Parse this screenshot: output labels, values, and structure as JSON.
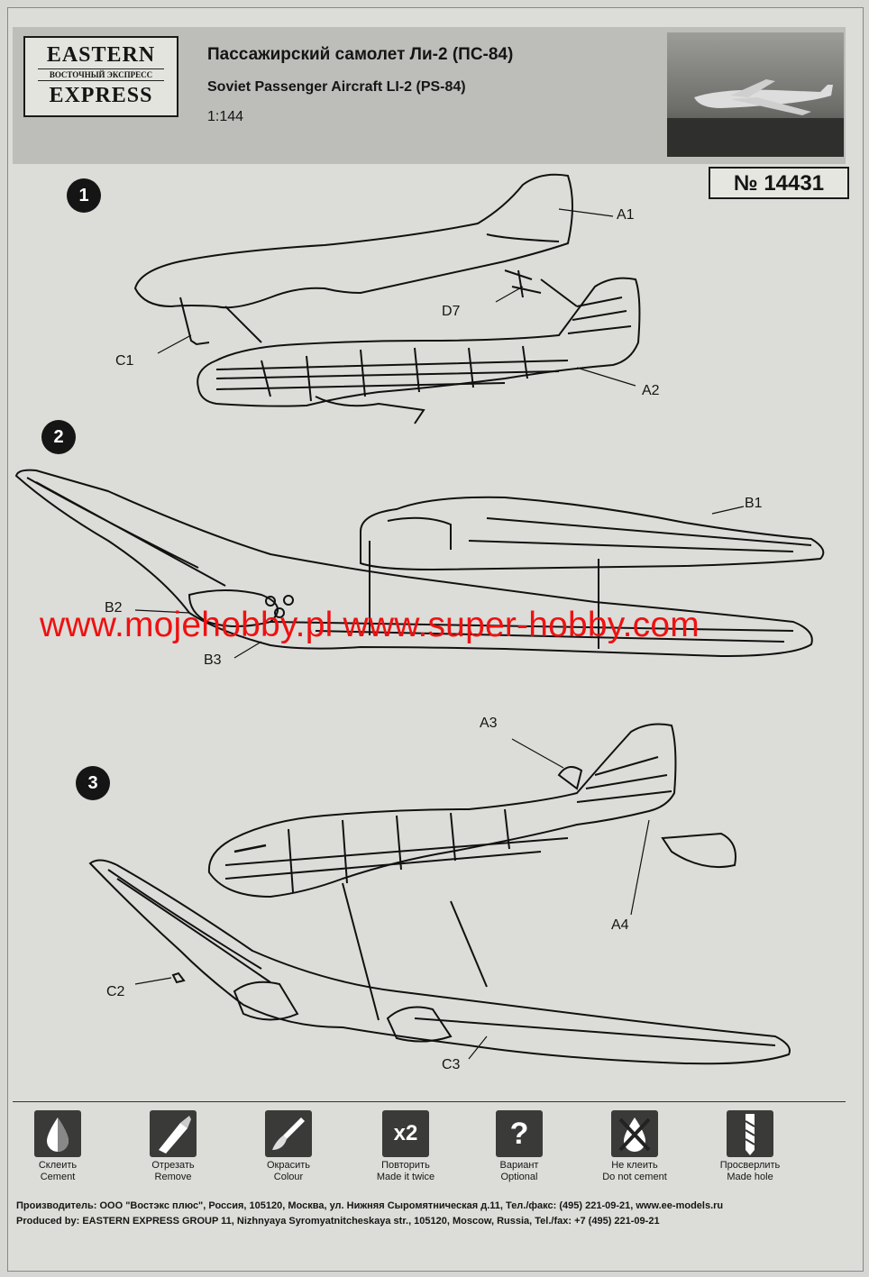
{
  "header": {
    "logo_line1": "EASTERN",
    "logo_line2": "ВОСТОЧНЫЙ ЭКСПРЕСС",
    "logo_line3": "EXPRESS",
    "title_ru": "Пассажирский самолет Ли-2 (ПС-84)",
    "title_en": "Soviet Passenger Aircraft LI-2 (PS-84)",
    "scale": "1:144",
    "kit_number": "№ 14431"
  },
  "steps": [
    {
      "number": "1",
      "labels": [
        "A1",
        "D7",
        "C1",
        "A2"
      ]
    },
    {
      "number": "2",
      "labels": [
        "B1",
        "B2",
        "B3"
      ]
    },
    {
      "number": "3",
      "labels": [
        "A3",
        "A4",
        "C2",
        "C3"
      ]
    }
  ],
  "watermark": "www.mojehobby.pl www.super-hobby.com",
  "legend": [
    {
      "icon": "cement-drop-icon",
      "ru": "Склеить",
      "en": "Cement"
    },
    {
      "icon": "knife-icon",
      "ru": "Отрезать",
      "en": "Remove"
    },
    {
      "icon": "brush-icon",
      "ru": "Окрасить",
      "en": "Colour"
    },
    {
      "icon": "x2-icon",
      "symbol": "x2",
      "ru": "Повторить",
      "en": "Made it twice"
    },
    {
      "icon": "question-icon",
      "symbol": "?",
      "ru": "Вариант",
      "en": "Optional"
    },
    {
      "icon": "no-cement-icon",
      "ru": "Не клеить",
      "en": "Do not cement"
    },
    {
      "icon": "drill-icon",
      "ru": "Просверлить",
      "en": "Made hole"
    }
  ],
  "footer": {
    "line_ru": "Производитель: ООО \"Востэкс плюс\", Россия, 105120, Москва, ул. Нижняя Сыромятническая д.11, Тел./факс: (495) 221-09-21, www.ee-models.ru",
    "line_en": "Produced by: EASTERN EXPRESS GROUP  11, Nizhnyaya Syromyatnitcheskaya str., 105120, Moscow, Russia, Tel./fax: +7 (495) 221-09-21"
  }
}
